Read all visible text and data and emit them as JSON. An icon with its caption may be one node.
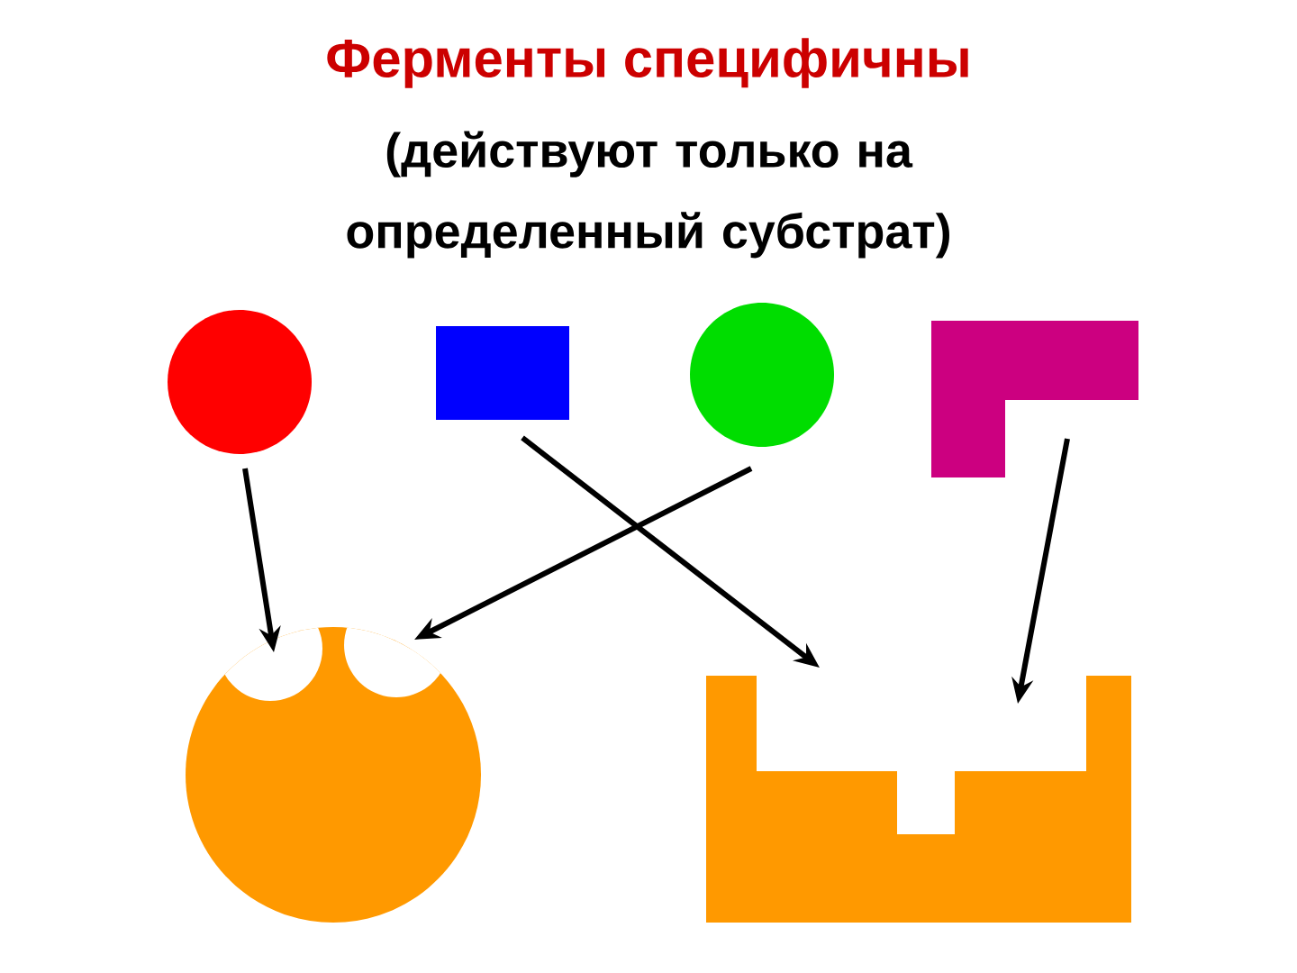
{
  "diagram": {
    "title": "Ферменты специфичны",
    "nodes": [
      {
        "text": [],
        "shape": "circle"
      },
      {
        "text": [],
        "shape": "box"
      },
      {
        "text": [],
        "shape": "circle"
      },
      {
        "text": [],
        "shape": "polygon"
      },
      {
        "text": [],
        "shape": "circle"
      },
      {
        "text": [],
        "shape": "polygon"
      }
    ],
    "edges": [
      {
        "from": 0,
        "to": 4,
        "arrow": "to"
      },
      {
        "from": 1,
        "to": 5,
        "arrow": "to"
      },
      {
        "from": 2,
        "to": 4,
        "arrow": "to"
      },
      {
        "from": 3,
        "to": 5,
        "arrow": "to"
      }
    ],
    "labels": [
      "(действуют только на определенный субстрат)"
    ]
  }
}
